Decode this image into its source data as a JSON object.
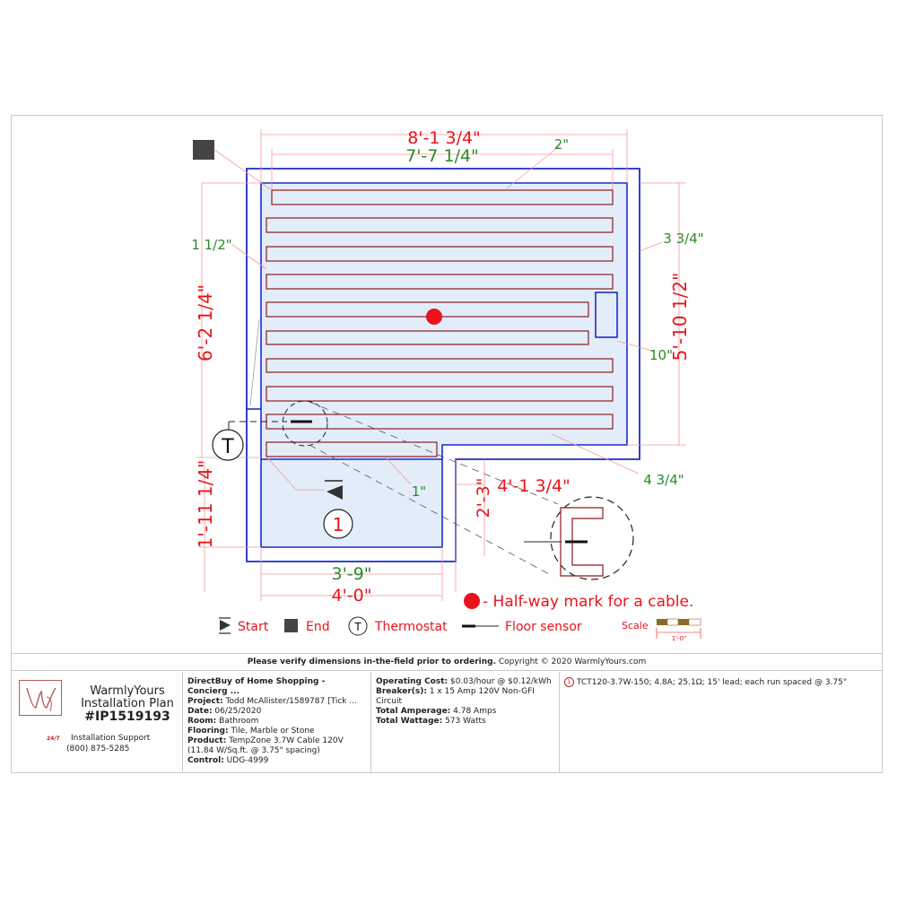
{
  "dimensions": {
    "top_outer": "8'-1 3/4\"",
    "top_inner": "7'-7 1/4\"",
    "top_gap": "2\"",
    "left_gap": "1 1/2\"",
    "right_gap": "3 3/4\"",
    "left_upper": "6'-2 1/4\"",
    "right_height": "5'-10 1/2\"",
    "obstacle": "10\"",
    "bottom_gap": "4 3/4\"",
    "notch_width": "4'-1 3/4\"",
    "notch_height": "2'-3\"",
    "run_gap": "1\"",
    "left_lower": "1'-11 1/4\"",
    "bottom_inner": "3'-9\"",
    "bottom_outer": "4'-0\""
  },
  "markers": {
    "thermostat_symbol": "T",
    "cable_number": "1"
  },
  "legend": {
    "halfway": "- Half-way mark for a cable.",
    "start": "Start",
    "end": "End",
    "thermostat": "Thermostat",
    "floor_sensor": "Floor sensor",
    "scale": "Scale",
    "scale_unit": "1'-0\""
  },
  "verify": {
    "bold": "Please verify dimensions in-the-field prior to ordering.",
    "rest": " Copyright © 2020 WarmlyYours.com"
  },
  "brand": {
    "line1": "WarmlyYours",
    "line2": "Installation Plan",
    "plan_number": "#IP1519193",
    "badge": "24/7",
    "support": "Installation Support",
    "phone": "(800) 875-5285"
  },
  "project": {
    "company": "DirectBuy of Home Shopping - Concierg ...",
    "project_label": "Project:",
    "project_value": " Todd McAllister/1589787 [Tick ...",
    "date_label": "Date:",
    "date_value": " 06/25/2020",
    "room_label": "Room:",
    "room_value": " Bathroom",
    "flooring_label": "Flooring:",
    "flooring_value": " Tile, Marble or Stone",
    "product_label": "Product:",
    "product_value": " TempZone 3.7W Cable 120V (11.84 W/Sq.ft. @ 3.75\" spacing)",
    "control_label": "Control:",
    "control_value": " UDG-4999"
  },
  "cost": {
    "operating_label": "Operating Cost:",
    "operating_value": " $0.03/hour @ $0.12/kWh",
    "breaker_label": "Breaker(s):",
    "breaker_value": " 1 x 15 Amp 120V Non-GFI Circuit",
    "amperage_label": "Total Amperage:",
    "amperage_value": " 4.78 Amps",
    "wattage_label": "Total Wattage:",
    "wattage_value": " 573 Watts"
  },
  "cable": {
    "icon_number": "1",
    "spec": "TCT120-3.7W-150; 4.8A; 25.1Ω; 15' lead; each run spaced @ 3.75\""
  },
  "colors": {
    "wall": "#1a2bcc",
    "heated_area": "#e3edf9",
    "cable": "#8a1c1c",
    "dimension_red": "#e8141b",
    "dimension_green": "#2a8a2a",
    "halfway_mark": "#e8141b"
  }
}
